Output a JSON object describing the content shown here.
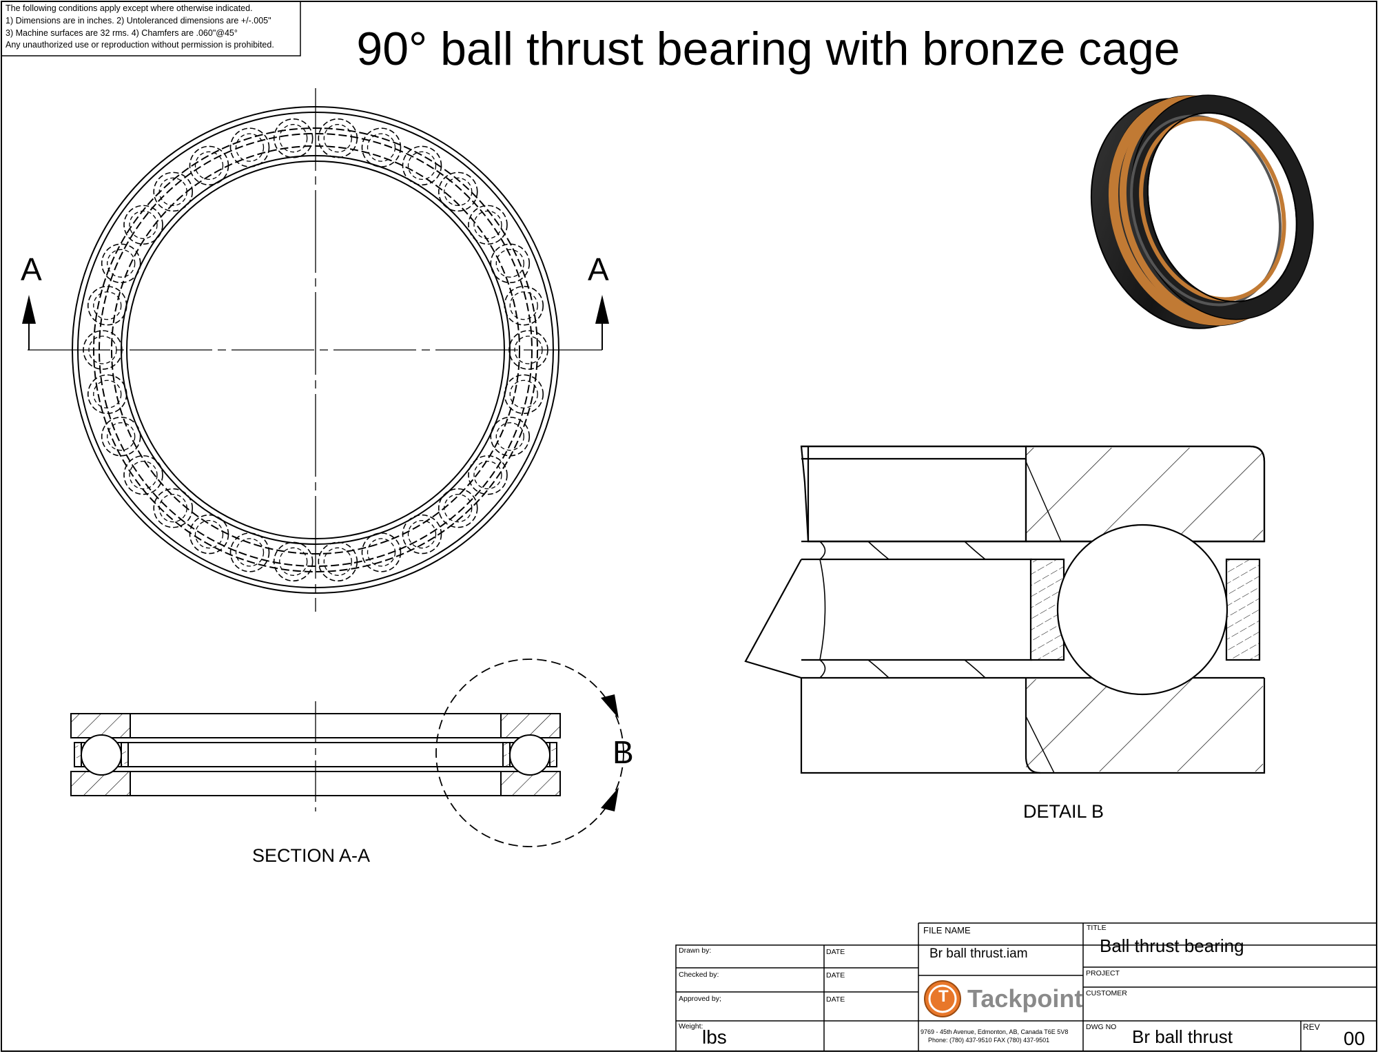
{
  "notes": {
    "lines": [
      "The following conditions apply except where otherwise indicated.",
      "1) Dimensions are in inches.  2) Untoleranced dimensions are +/-.005\"",
      "3) Machine surfaces are 32 rms.  4) Chamfers are .060\"@45°",
      "Any unauthorized use or reproduction without permission is prohibited."
    ]
  },
  "title": "90° ball thrust bearing with bronze cage",
  "views": {
    "section_left_label": "A",
    "section_right_label": "A",
    "detail_callout": "B",
    "section_caption": "SECTION  A-A",
    "detail_caption": "DETAIL  B"
  },
  "title_block": {
    "drawn_by": "Drawn by:",
    "checked_by": "Checked by:",
    "approved_by": "Approved by;",
    "date_label": "DATE",
    "weight_label": "Weight:",
    "weight_unit": "lbs",
    "file_name_label": "FILE NAME",
    "file_name": "Br ball thrust.iam",
    "title_label": "TITLE",
    "title_value": "Ball thrust bearing",
    "project_label": "PROJECT",
    "customer_label": "CUSTOMER",
    "company_name": "Tackpoint",
    "company_letter": "T",
    "address": "9769 - 45th Avenue, Edmonton, AB, Canada T6E 5V8",
    "phone": "Phone: (780) 437-9510      FAX (780) 437-9501",
    "dwg_no_label": "DWG NO",
    "dwg_no": "Br ball thrust",
    "rev_label": "REV",
    "rev": "00"
  },
  "colors": {
    "line": "#000000",
    "bronze": "#c17a34",
    "steel_dark": "#2b2b2b",
    "steel_mid": "#6a6a6a",
    "logo_orange": "#e8772a",
    "logo_gray": "#8a8a8a"
  }
}
